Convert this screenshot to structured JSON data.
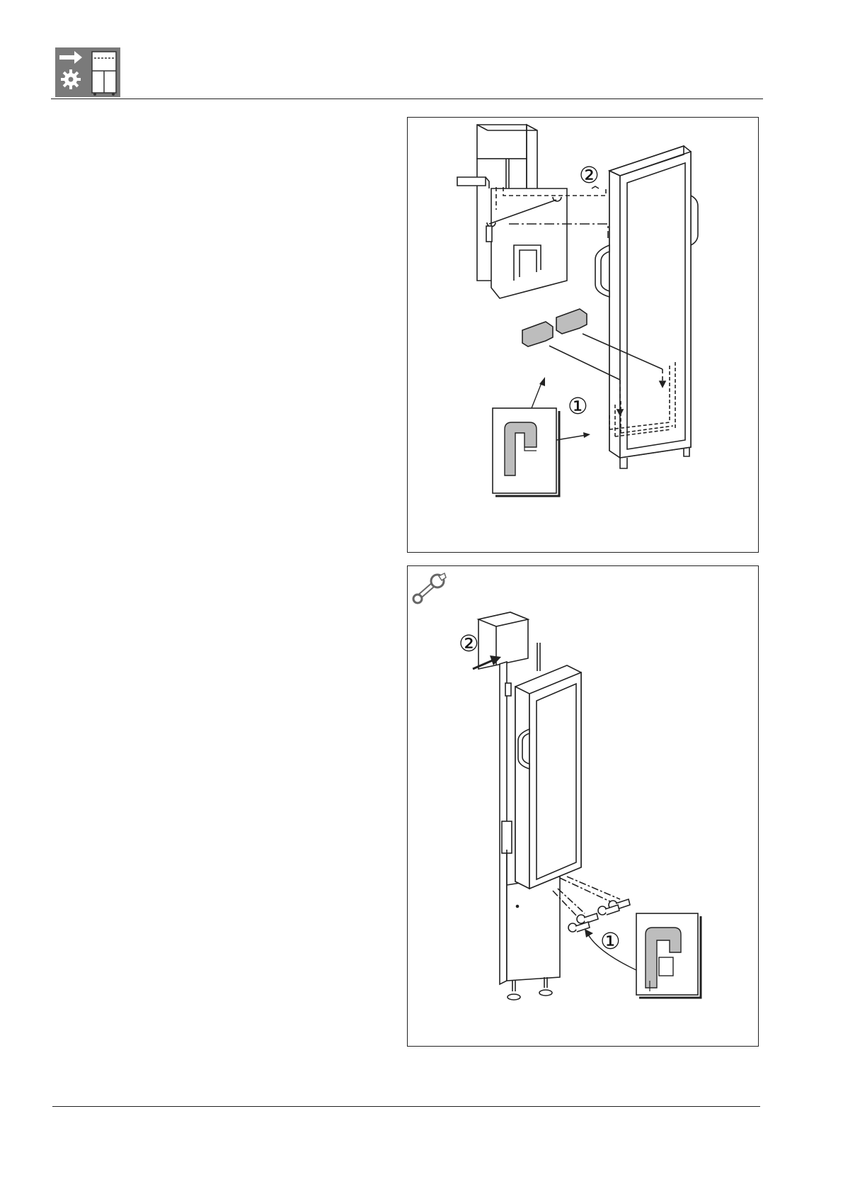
{
  "header": {
    "icon": "installation-icon"
  },
  "figures": [
    {
      "icon": null,
      "callouts": [
        "①",
        "②"
      ]
    },
    {
      "icon": "wrench-icon",
      "callouts": [
        "①",
        "②"
      ]
    }
  ],
  "colors": {
    "header_icon_bg": "#7a7a7a",
    "line": "#222222",
    "detail_fill": "#bdbdbd"
  }
}
